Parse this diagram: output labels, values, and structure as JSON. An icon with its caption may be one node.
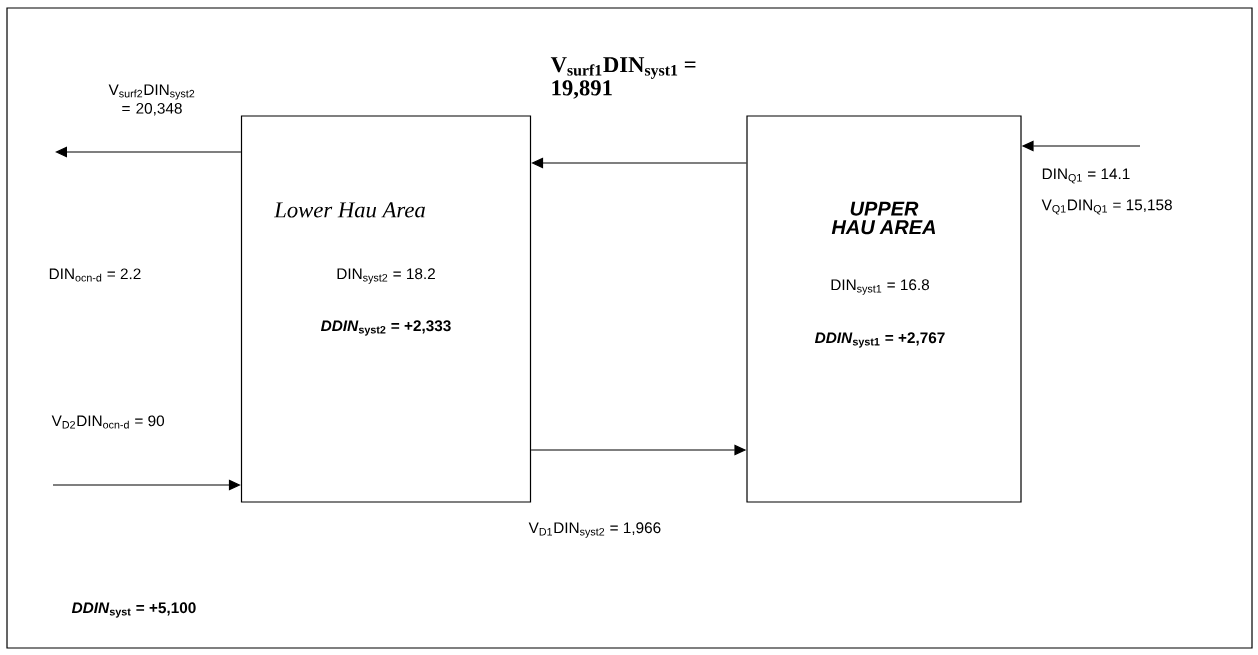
{
  "diagram": {
    "nodes": [
      {
        "text": [
          "Lower Hau Area",
          "DIN$_{syst2}$ = 18.2",
          "*DDIN*$_{syst2}$ = +2,333"
        ]
      },
      {
        "text": [
          "UPPER HAU AREA",
          "DIN$_{syst1}$ = 16.8",
          "*DDIN*$_{syst1}$ = +2,767"
        ]
      }
    ],
    "edges": [
      {
        "from": 0,
        "to": null,
        "arrow": "to",
        "label": "V$_{surf2}$DIN$_{syst2}$ = 20,348"
      },
      {
        "from": 1,
        "to": 0,
        "arrow": "to",
        "label": "V$_{surf1}$DIN$_{syst1}$ = 19,891"
      },
      {
        "from": null,
        "to": 1,
        "arrow": "to",
        "label": "V$_{Q1}$DIN$_{Q1}$ = 15,158"
      },
      {
        "from": null,
        "to": 0,
        "arrow": "to",
        "label": "V$_{D2}$DIN$_{ocn-d}$ = 90"
      },
      {
        "from": 0,
        "to": 1,
        "arrow": "to",
        "label": "V$_{D1}$DIN$_{syst2}$ = 1,966"
      }
    ],
    "labels": [
      "DIN$_{Q1}$ = 14.1",
      "DIN$_{ocn-d}$ = 2.2",
      "*DDIN*$_{syst}$ = +5,100"
    ]
  }
}
